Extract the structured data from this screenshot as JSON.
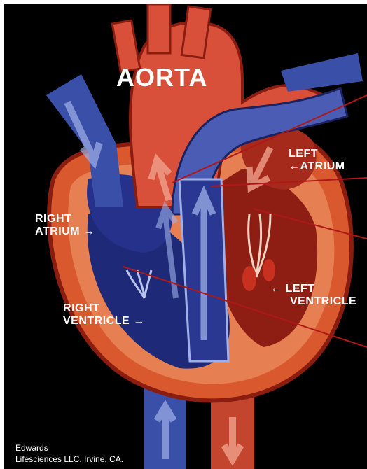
{
  "labels": {
    "aorta": "AORTA",
    "left_atrium_line1": "LEFT",
    "left_atrium_line2": "ATRIUM",
    "left_atrium_arrow": "←",
    "right_atrium_line1": "RIGHT",
    "right_atrium_line2": "ATRIUM",
    "right_atrium_arrow": "→",
    "left_ventricle_line1": "LEFT",
    "left_ventricle_line2": "VENTRICLE",
    "left_ventricle_arrow": "←",
    "right_ventricle_line1": "RIGHT",
    "right_ventricle_line2": "VENTRICLE",
    "right_ventricle_arrow": "→"
  },
  "credit": {
    "line1": "Edwards",
    "line2": "Lifesciences LLC, Irvine, CA."
  },
  "colors": {
    "background": "#000000",
    "oxygenated_blood": "#d8503a",
    "deoxygenated_blood": "#2c3c8c",
    "muscle": "#e8683a",
    "pointer_lines": "#b01818"
  }
}
